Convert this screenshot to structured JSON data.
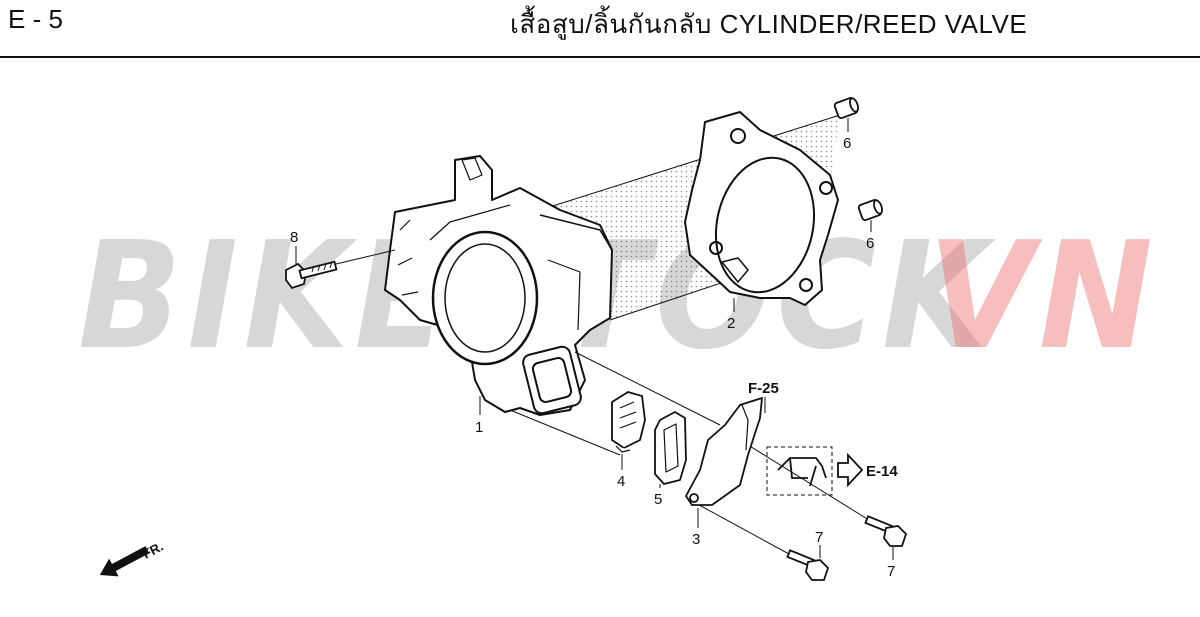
{
  "header": {
    "page_code": "E - 5",
    "title": "เสื้อสูบ/ลิ้นกันกลับ  CYLINDER/REED VALVE"
  },
  "watermark": {
    "part_a": "BIKESTOCK",
    "part_b": "VN"
  },
  "callouts": {
    "c1": "1",
    "c2": "2",
    "c3": "3",
    "c4": "4",
    "c5": "5",
    "c6a": "6",
    "c6b": "6",
    "c7a": "7",
    "c7b": "7",
    "c8": "8"
  },
  "references": {
    "f25": "F-25",
    "e14": "E-14"
  },
  "direction": "FR.",
  "colors": {
    "line": "#111111",
    "watermark_gray": "#969696",
    "watermark_red": "#ee6e6e"
  }
}
